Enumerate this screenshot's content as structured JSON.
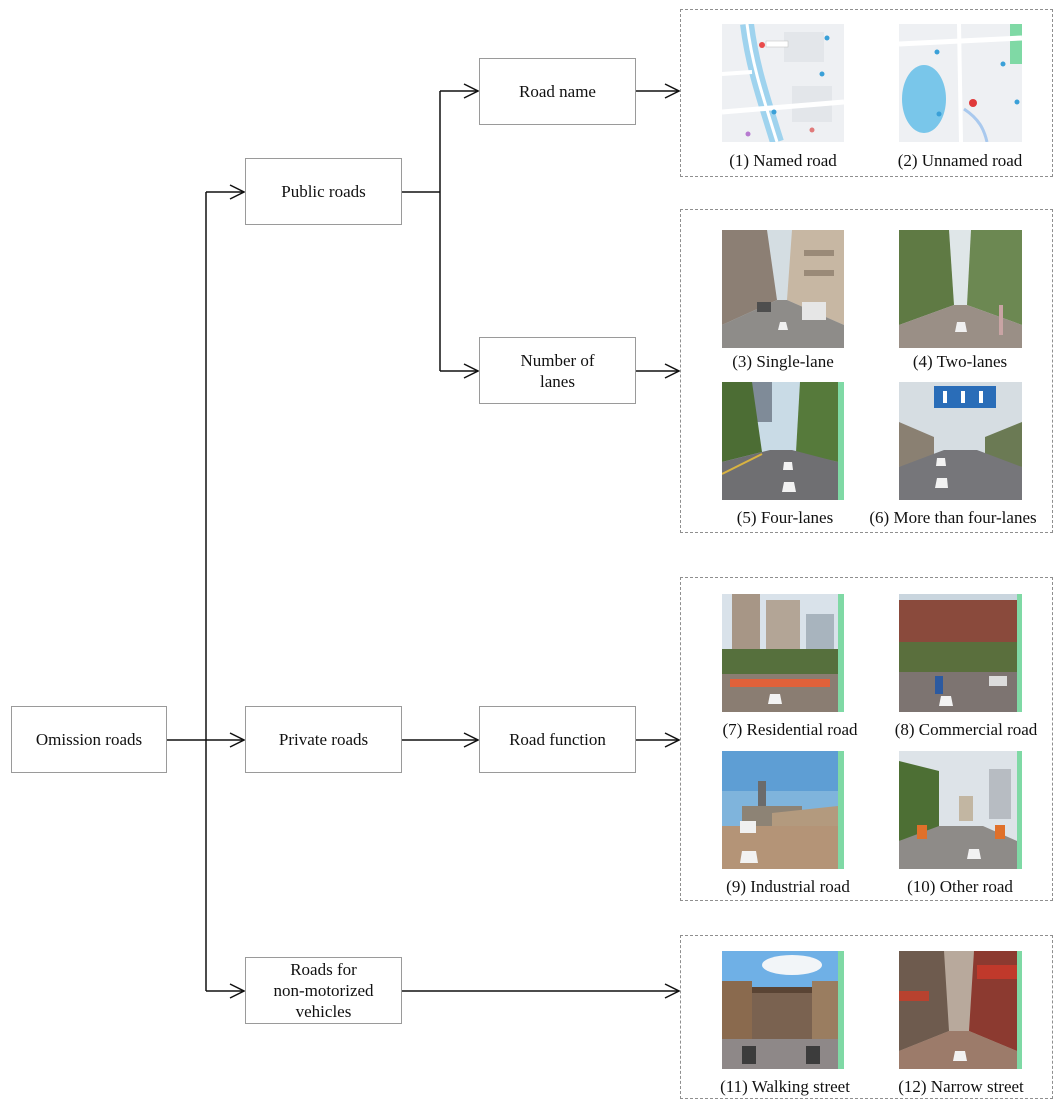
{
  "nodes": {
    "root": "Omission roads",
    "public": "Public roads",
    "private": "Private roads",
    "nonmotor": "Roads for\nnon-motorized\nvehicles",
    "road_name": "Road name",
    "lanes": "Number of\nlanes",
    "function": "Road function"
  },
  "panels": [
    {
      "caption": "(1) Named road",
      "scene": "map-named"
    },
    {
      "caption": "(2) Unnamed road",
      "scene": "map-unnamed"
    },
    {
      "caption": "(3) Single-lane",
      "scene": "street-single-lane"
    },
    {
      "caption": "(4) Two-lanes",
      "scene": "street-two-lanes"
    },
    {
      "caption": "(5) Four-lanes",
      "scene": "street-four-lanes"
    },
    {
      "caption": "(6) More than four-lanes",
      "scene": "street-multi-lanes"
    },
    {
      "caption": "(7) Residential road",
      "scene": "residential-gate"
    },
    {
      "caption": "(8) Commercial road",
      "scene": "commercial-entrance"
    },
    {
      "caption": "(9) Industrial road",
      "scene": "industrial-road"
    },
    {
      "caption": "(10) Other road",
      "scene": "other-road"
    },
    {
      "caption": "(11) Walking street",
      "scene": "walking-street"
    },
    {
      "caption": "(12) Narrow street",
      "scene": "narrow-street"
    }
  ]
}
